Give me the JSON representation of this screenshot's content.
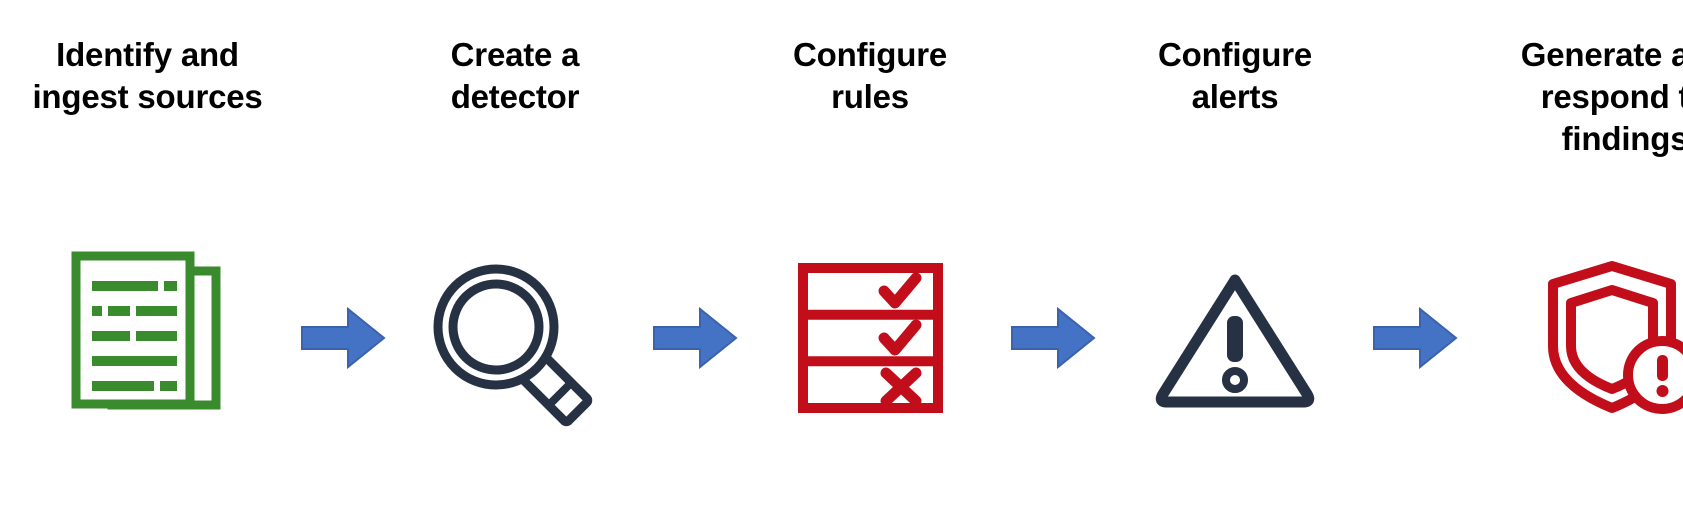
{
  "diagram": {
    "type": "process-flow",
    "title": "",
    "background_color": "#ffffff",
    "orientation": "left-to-right",
    "step_count": 5,
    "connector_count": 4
  },
  "palette": {
    "text": "#000000",
    "arrow_blue": "#4472c4",
    "arrow_blue_edge": "#3a62ad",
    "document_green": "#3a8a2e",
    "navy": "#263244",
    "red": "#c10e1a",
    "white": "#ffffff"
  },
  "steps": [
    {
      "index": 1,
      "label": "Identify and\ningest sources",
      "label_lines": [
        "Identify and",
        "ingest sources"
      ],
      "icon": "documents-icon",
      "icon_color": "#3a8a2e"
    },
    {
      "index": 2,
      "label": "Create a\ndetector",
      "label_lines": [
        "Create a",
        "detector"
      ],
      "icon": "magnifying-glass-icon",
      "icon_color": "#263244"
    },
    {
      "index": 3,
      "label": "Configure\nrules",
      "label_lines": [
        "Configure",
        "rules"
      ],
      "icon": "rules-table-icon",
      "icon_color": "#c10e1a"
    },
    {
      "index": 4,
      "label": "Configure\nalerts",
      "label_lines": [
        "Configure",
        "alerts"
      ],
      "icon": "alert-triangle-icon",
      "icon_color": "#263244"
    },
    {
      "index": 5,
      "label": "Generate and\nrespond to\nfindings",
      "label_lines": [
        "Generate and",
        "respond to",
        "findings"
      ],
      "icon": "shield-alert-icon",
      "icon_color": "#c10e1a"
    }
  ],
  "connectors": [
    {
      "index": 1,
      "icon": "arrow-right-icon",
      "from_step": 1,
      "to_step": 2,
      "color": "#4472c4"
    },
    {
      "index": 2,
      "icon": "arrow-right-icon",
      "from_step": 2,
      "to_step": 3,
      "color": "#4472c4"
    },
    {
      "index": 3,
      "icon": "arrow-right-icon",
      "from_step": 3,
      "to_step": 4,
      "color": "#4472c4"
    },
    {
      "index": 4,
      "icon": "arrow-right-icon",
      "from_step": 4,
      "to_step": 5,
      "color": "#4472c4"
    }
  ],
  "rules_icon": {
    "rows": [
      {
        "index": 1,
        "status": "check",
        "glyph": "check-icon"
      },
      {
        "index": 2,
        "status": "check",
        "glyph": "check-icon"
      },
      {
        "index": 3,
        "status": "cross",
        "glyph": "cross-icon"
      }
    ]
  }
}
